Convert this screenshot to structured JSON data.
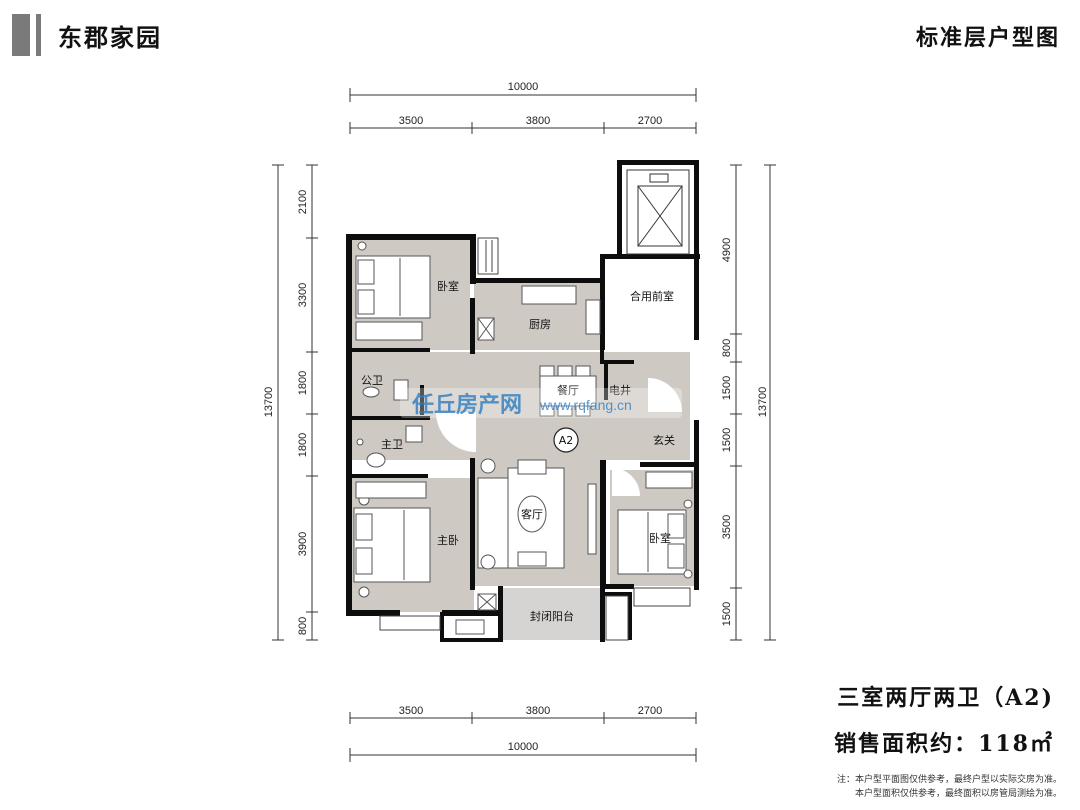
{
  "header": {
    "project_name": "东郡家园",
    "plan_title": "标准层户型图"
  },
  "unit": {
    "type": "三室两厅两卫（A2)",
    "area_text": "销售面积约：118㎡",
    "label": "A2"
  },
  "notes": [
    "注：本户型平面图仅供参考，最终户型以实际交房为准。",
    "本户型面积仅供参考，最终面积以房管局测绘为准。"
  ],
  "dimensions": {
    "top_total": "10000",
    "top_segments": [
      "3500",
      "3800",
      "2700"
    ],
    "bottom_segments": [
      "3500",
      "3800",
      "2700"
    ],
    "bottom_total": "10000",
    "left_total": "13700",
    "left_segments": [
      "2100",
      "3300",
      "1800",
      "1800",
      "3900",
      "800"
    ],
    "right_total": "13700",
    "right_segments": [
      "4900",
      "800",
      "1500",
      "1500",
      "3500",
      "1500"
    ]
  },
  "rooms": {
    "bedroom_nw": "卧室",
    "kitchen": "厨房",
    "shared_lobby": "合用前室",
    "public_bath": "公卫",
    "dining": "餐厅",
    "electric_shaft": "电井",
    "master_bath": "主卫",
    "foyer": "玄关",
    "living": "客厅",
    "master_bedroom": "主卧",
    "bedroom_se": "卧室",
    "balcony": "封闭阳台"
  },
  "watermark": {
    "brand": "任丘房产网",
    "url": "www.rqfang.cn"
  }
}
